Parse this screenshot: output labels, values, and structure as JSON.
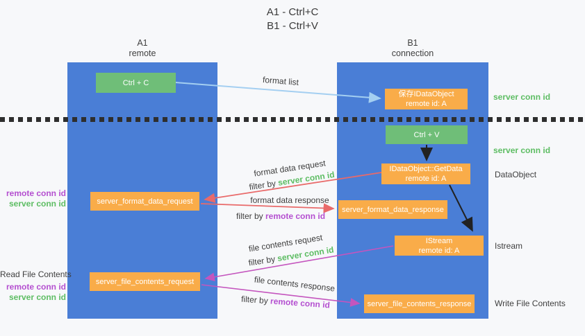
{
  "title": {
    "line1": "A1 - Ctrl+C",
    "line2": "B1 - Ctrl+V"
  },
  "lanes": {
    "left": {
      "title": "A1",
      "subtitle": "remote"
    },
    "right": {
      "title": "B1",
      "subtitle": "connection"
    }
  },
  "nodes": {
    "ctrl_c": {
      "label": "Ctrl + C"
    },
    "save_dataobject": {
      "line1": "保存IDataObject",
      "line2": "remote id: A"
    },
    "ctrl_v": {
      "label": "Ctrl + V"
    },
    "getdata": {
      "line1": "IDataObject::GetData",
      "line2": "remote id: A"
    },
    "format_request": {
      "label": "server_format_data_request"
    },
    "format_response": {
      "label": "server_format_data_response"
    },
    "istream": {
      "line1": "IStream",
      "line2": "remote id: A"
    },
    "file_request": {
      "label": "server_file_contents_request"
    },
    "file_response": {
      "label": "server_file_contents_response"
    }
  },
  "arrows": {
    "format_list": {
      "label": "format list"
    },
    "format_data_request": {
      "label": "format data request",
      "filter_prefix": "filter by",
      "filter_key": "server conn id"
    },
    "format_data_response": {
      "label": "format data response",
      "filter_prefix": "filter by",
      "filter_key": "remote conn id"
    },
    "file_contents_request": {
      "label": "file contents request",
      "filter_prefix": "filter by",
      "filter_key": "server conn id"
    },
    "file_contents_response": {
      "label": "file contents response",
      "filter_prefix": "filter by",
      "filter_key": "remote conn id"
    }
  },
  "side_labels": {
    "right_server_conn_id_top": "server conn id",
    "right_server_conn_id_mid": "server conn id",
    "right_dataobject": "DataObject",
    "right_istream": "Istream",
    "right_write_file_contents": "Write File Contents",
    "left_remote_conn_id_top": "remote conn id",
    "left_server_conn_id_top": "server conn id",
    "left_read_file_contents": "Read File Contents",
    "left_remote_conn_id_bottom": "remote conn id",
    "left_server_conn_id_bottom": "server conn id"
  },
  "colors": {
    "background": "#F7F8FA",
    "lane_blue": "#4A7ED6",
    "node_green": "#6FBE78",
    "node_orange": "#F9AC49",
    "arrow_light_blue": "#A4CFF1",
    "arrow_red": "#E96A6A",
    "arrow_magenta": "#C455BE",
    "arrow_black": "#222222",
    "text_green": "#5DBD63",
    "text_purple": "#B44FD0",
    "text_gray": "#3E3E3E"
  }
}
